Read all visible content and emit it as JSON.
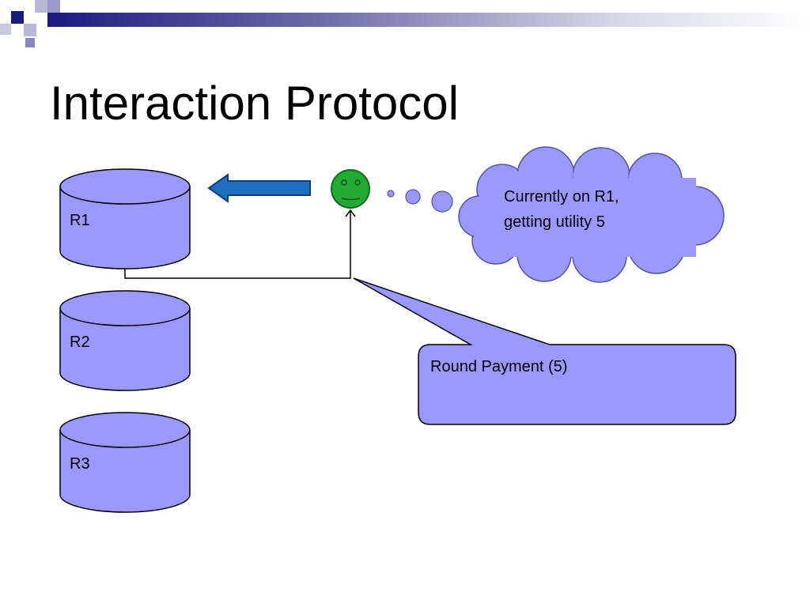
{
  "slide": {
    "title": "Interaction Protocol"
  },
  "diagram": {
    "resources": [
      {
        "label": "R1"
      },
      {
        "label": "R2"
      },
      {
        "label": "R3"
      }
    ],
    "thought": {
      "line1": "Currently on R1,",
      "line2": "getting utility 5"
    },
    "callout": {
      "text": "Round Payment (5)"
    },
    "icons": {
      "agent": "smiley-face-icon",
      "move_arrow": "left-arrow-icon"
    },
    "colors": {
      "shape_fill": "#9999ff",
      "agent_fill": "#22aa33",
      "arrow_fill": "#1f6fc0",
      "header_blue": "#1a1a80"
    }
  }
}
